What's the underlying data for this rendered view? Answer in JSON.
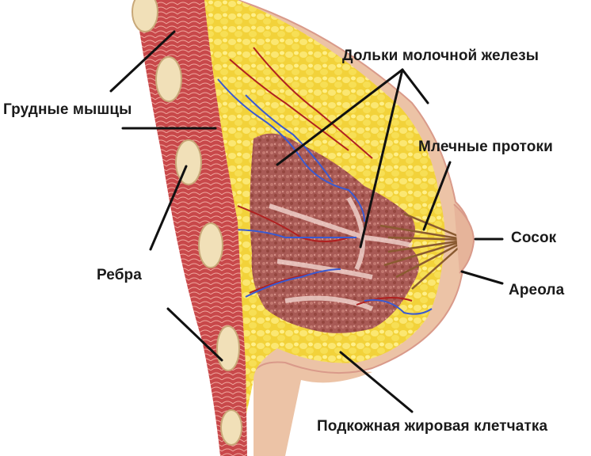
{
  "diagram": {
    "subject": "breast-anatomy-cross-section",
    "labels": {
      "lobules": "Дольки молочной железы",
      "pectoral_muscles": "Грудные мышцы",
      "milk_ducts": "Млечные протоки",
      "nipple": "Сосок",
      "ribs": "Ребра",
      "areola": "Ареола",
      "subcutaneous_fat": "Подкожная жировая клетчатка"
    },
    "colors": {
      "muscle": "#c8484a",
      "muscle_light": "#e07a78",
      "rib": "#f1e0b8",
      "fat": "#f2d23a",
      "fat_light": "#f9e870",
      "gland": "#a85a55",
      "gland_light": "#f3d6cf",
      "skin": "#ecc3a6",
      "skin_outline": "#d99a8a",
      "artery": "#b02020",
      "vein": "#3a5ad0",
      "duct": "#8a5a30",
      "leader_line": "#111111",
      "text": "#1a1a1a"
    }
  }
}
